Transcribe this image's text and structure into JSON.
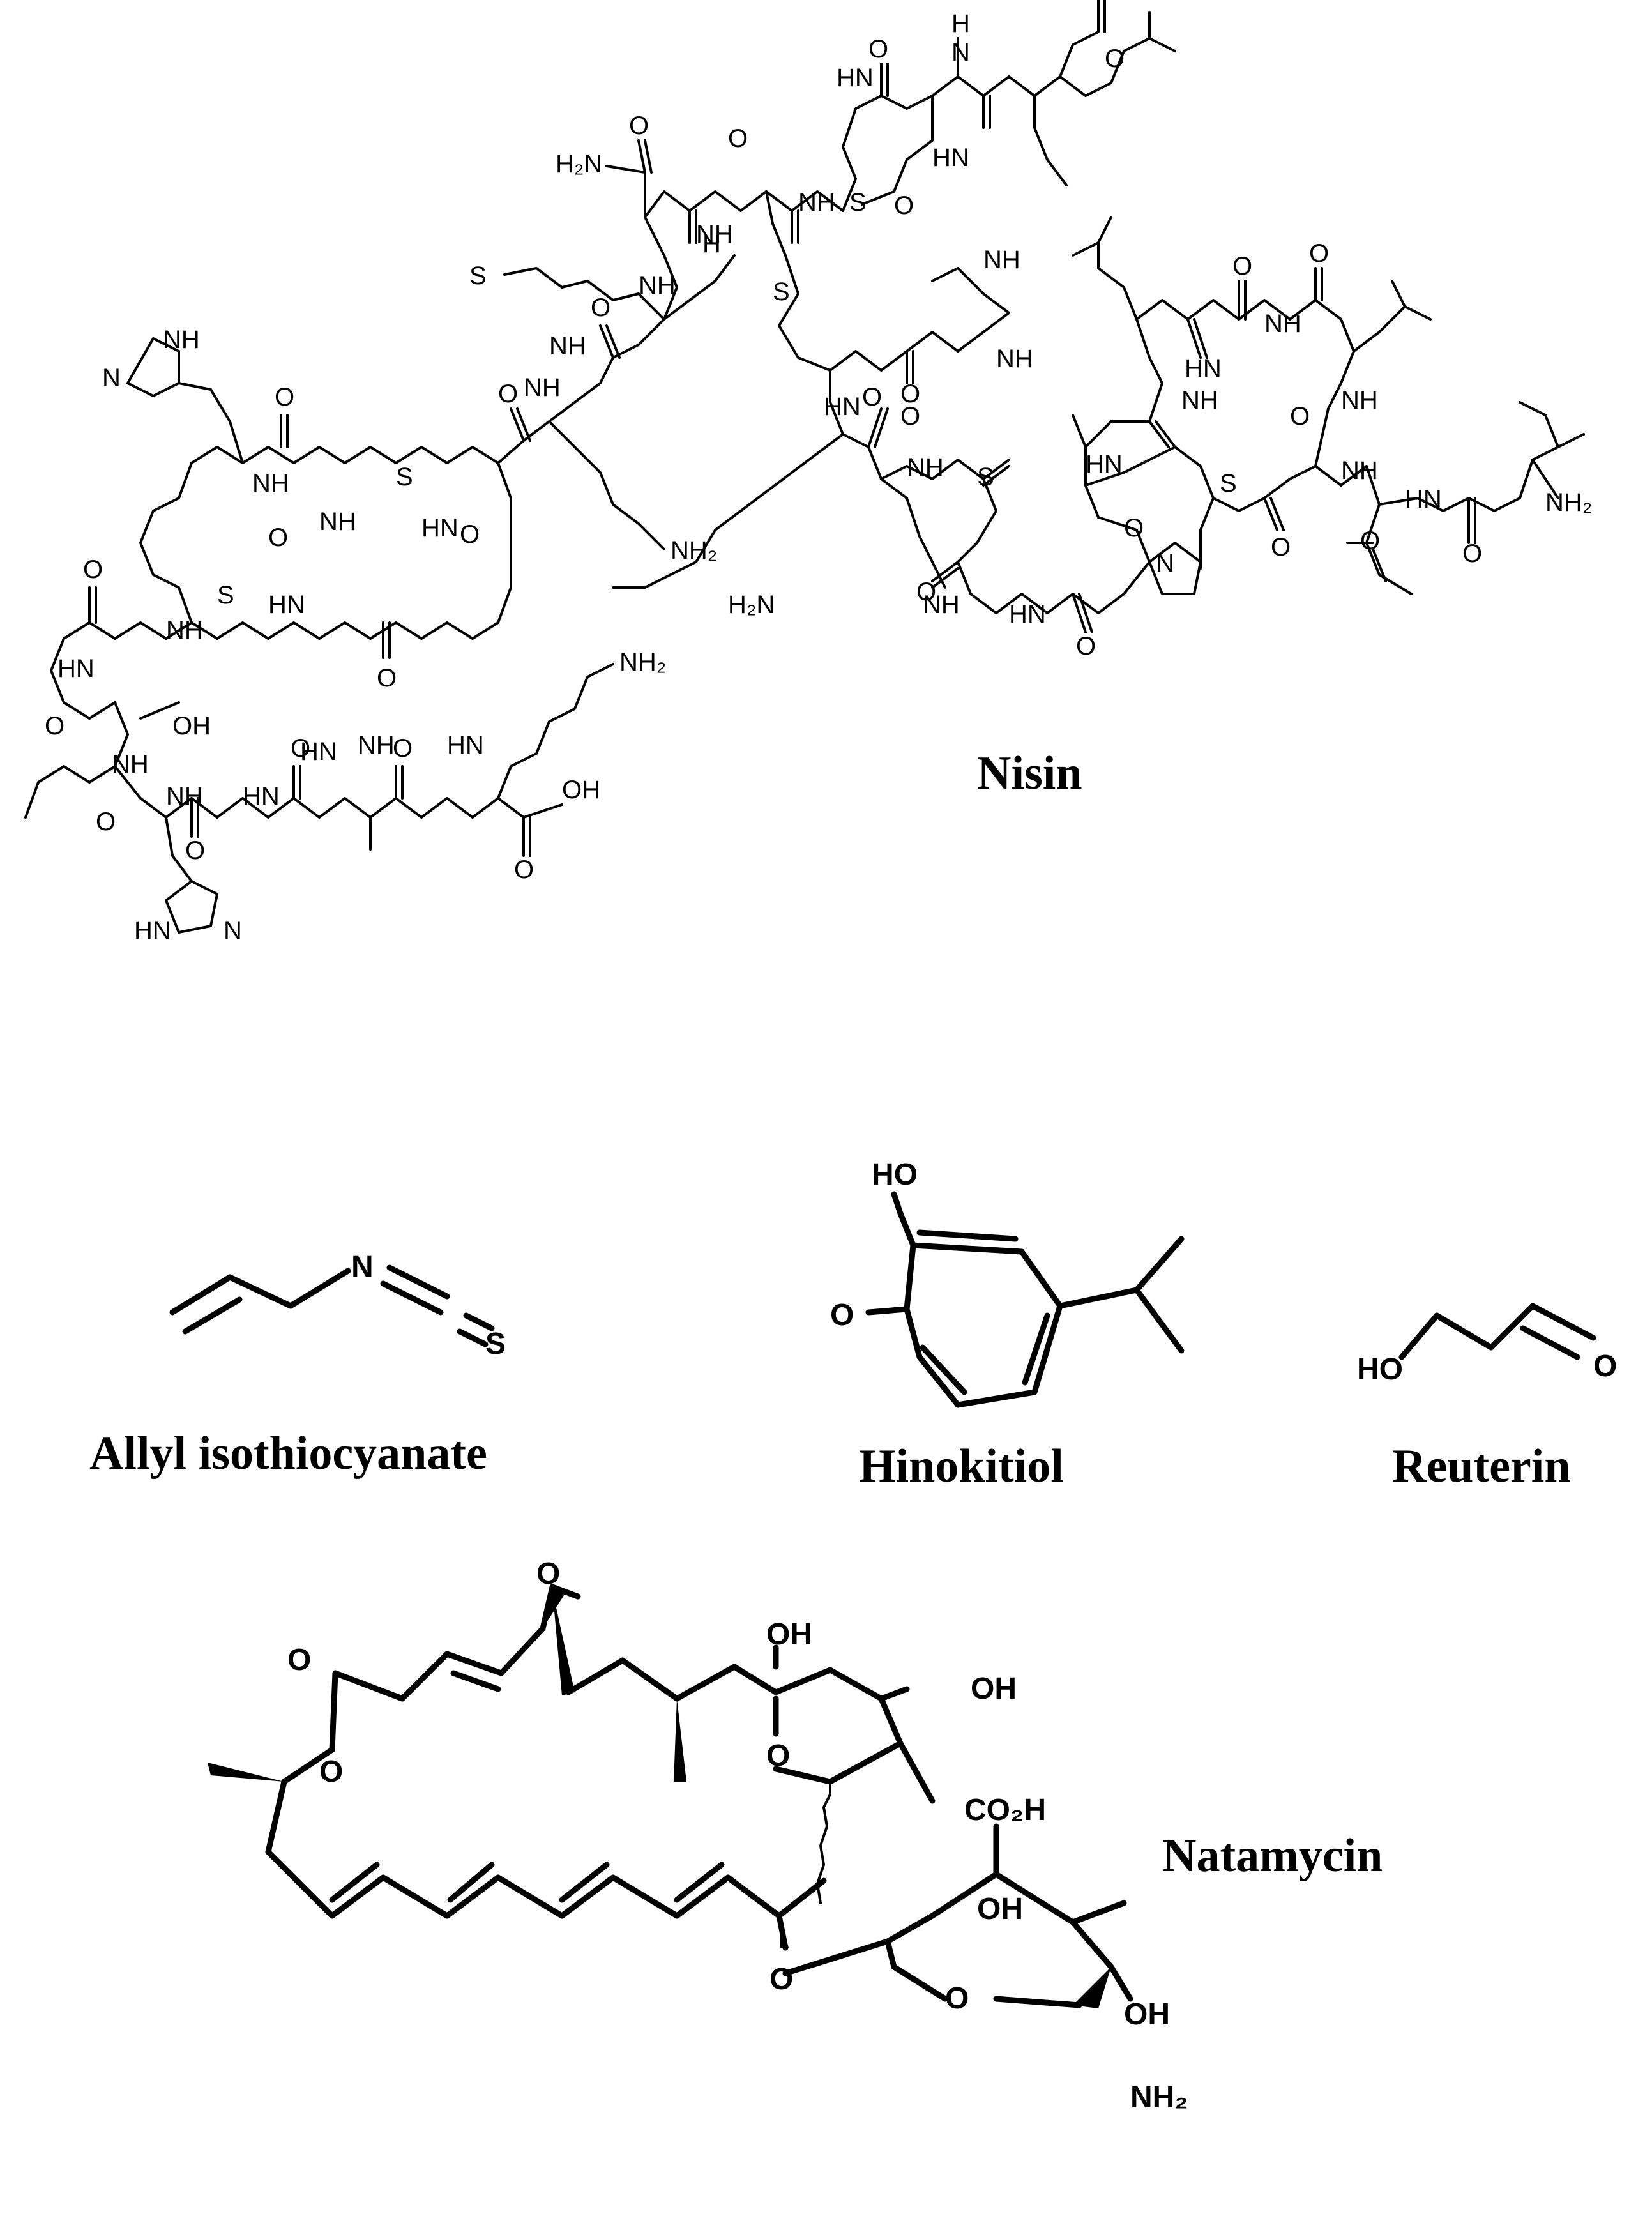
{
  "compounds": {
    "nisin": {
      "name": "Nisin"
    },
    "allyl": {
      "name": "Allyl isothiocyanate"
    },
    "hinokitiol": {
      "name": "Hinokitiol"
    },
    "reuterin": {
      "name": "Reuterin"
    },
    "natamycin": {
      "name": "Natamycin"
    }
  },
  "atom_labels": {
    "NH": "NH",
    "HN": "HN",
    "H2N": "H₂N",
    "NH2": "NH₂",
    "N": "N",
    "O": "O",
    "S": "S",
    "OH": "OH",
    "HO": "HO",
    "CO2H": "CO₂H",
    "H": "H"
  }
}
